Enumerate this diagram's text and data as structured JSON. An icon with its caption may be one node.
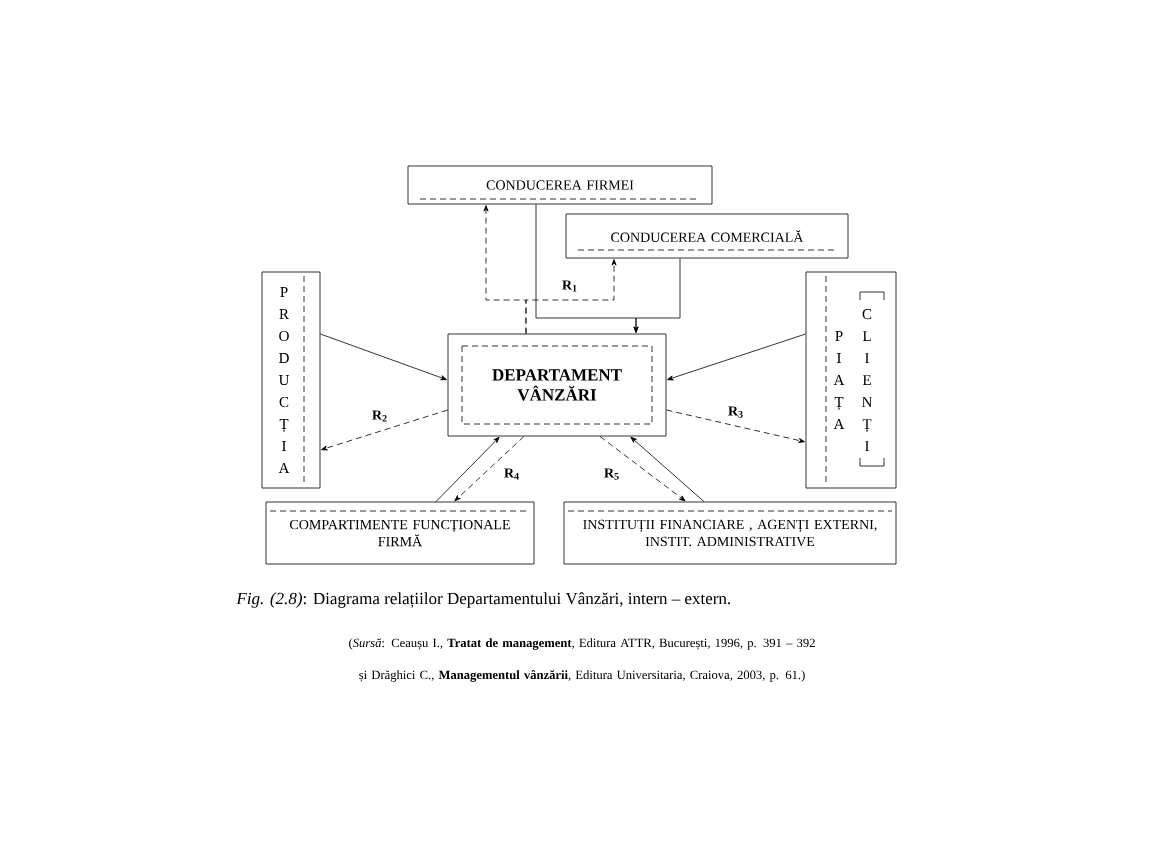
{
  "diagram": {
    "caption": "*Fig. (2.8)*: Diagrama relațiilor Departamentului Vânzări, intern – extern.",
    "nodes": [
      {
        "text": [
          "CONDUCEREA FIRMEI"
        ]
      },
      {
        "text": [
          "CONDUCEREA COMERCIALĂ"
        ]
      },
      {
        "text": [
          "PRODUCȚIA"
        ]
      },
      {
        "text": [
          "DEPARTAMENT VÂNZĂRI"
        ]
      },
      {
        "text": [
          "PIAȚA",
          "CLIENȚI"
        ]
      },
      {
        "text": [
          "COMPARTIMENTE FUNCȚIONALE FIRMĂ"
        ]
      },
      {
        "text": [
          "INSTITUȚII FINANCIARE , AGENȚI EXTERNI, INSTIT. ADMINISTRATIVE"
        ]
      }
    ],
    "edges": [
      {
        "from": 0,
        "to": 3,
        "arrow": "to"
      },
      {
        "from": 1,
        "to": 3,
        "arrow": "to"
      },
      {
        "from": 3,
        "to": 0,
        "arrow": "to",
        "style": "dashed"
      },
      {
        "from": 3,
        "to": 1,
        "arrow": "to",
        "style": "dashed",
        "label": "R$_{1}$"
      },
      {
        "from": 2,
        "to": 3,
        "arrow": "to"
      },
      {
        "from": 3,
        "to": 2,
        "arrow": "to",
        "style": "dashed",
        "label": "R$_{2}$"
      },
      {
        "from": 4,
        "to": 3,
        "arrow": "to"
      },
      {
        "from": 3,
        "to": 4,
        "arrow": "to",
        "style": "dashed",
        "label": "R$_{3}$"
      },
      {
        "from": 5,
        "to": 3,
        "arrow": "to"
      },
      {
        "from": 3,
        "to": 5,
        "arrow": "to",
        "style": "dashed",
        "label": "R$_{4}$"
      },
      {
        "from": 6,
        "to": 3,
        "arrow": "to"
      },
      {
        "from": 3,
        "to": 6,
        "arrow": "to",
        "style": "dashed",
        "label": "R$_{5}$"
      }
    ],
    "labels": [
      "(*Sursă*: Ceaușu I., **Tratat de management**, Editura ATTR, București, 1996, p. 391 – 392 și Drăghici C., **Managementul vânzării**, Editura Universitaria, Craiova, 2003, p. 61.)"
    ]
  }
}
